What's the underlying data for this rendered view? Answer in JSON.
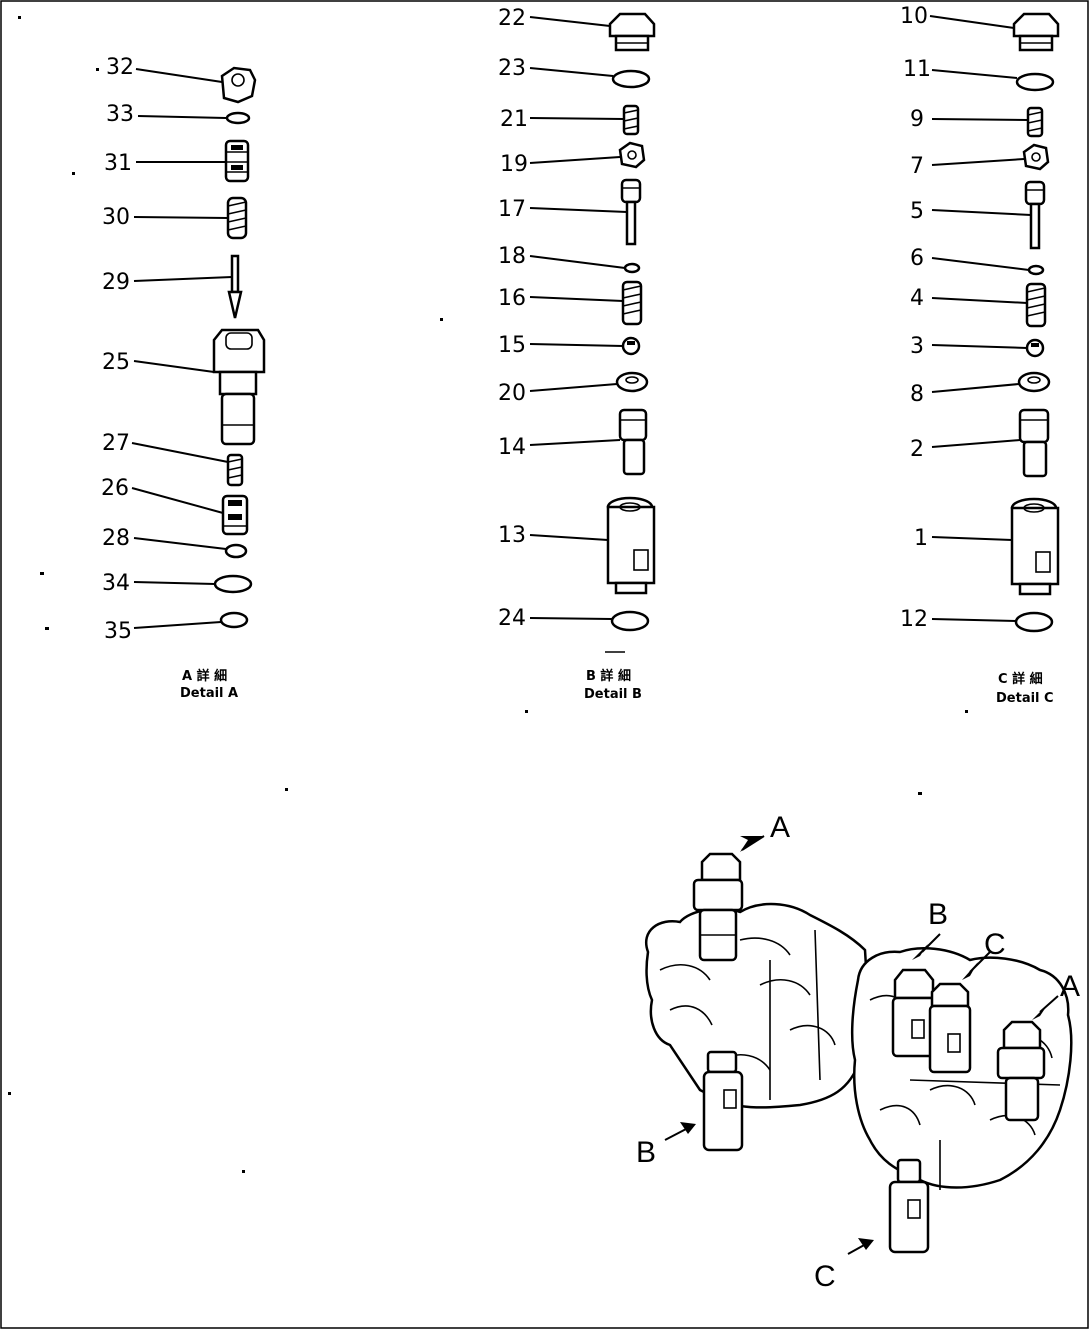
{
  "details": [
    {
      "id": "A",
      "caption_jp": "A 詳 細",
      "caption": "Detail A",
      "callouts": [
        "32",
        "33",
        "31",
        "30",
        "29",
        "25",
        "27",
        "26",
        "28",
        "34",
        "35"
      ]
    },
    {
      "id": "B",
      "caption_jp": "B 詳 細",
      "caption": "Detail B",
      "callouts": [
        "22",
        "23",
        "21",
        "19",
        "17",
        "18",
        "16",
        "15",
        "20",
        "14",
        "13",
        "24"
      ]
    },
    {
      "id": "C",
      "caption_jp": "C 詳 細",
      "caption": "Detail C",
      "callouts": [
        "10",
        "11",
        "9",
        "7",
        "5",
        "6",
        "4",
        "3",
        "8",
        "2",
        "1",
        "12"
      ]
    }
  ],
  "assembly_arrows": [
    "A",
    "B",
    "C",
    "A",
    "B",
    "C"
  ]
}
